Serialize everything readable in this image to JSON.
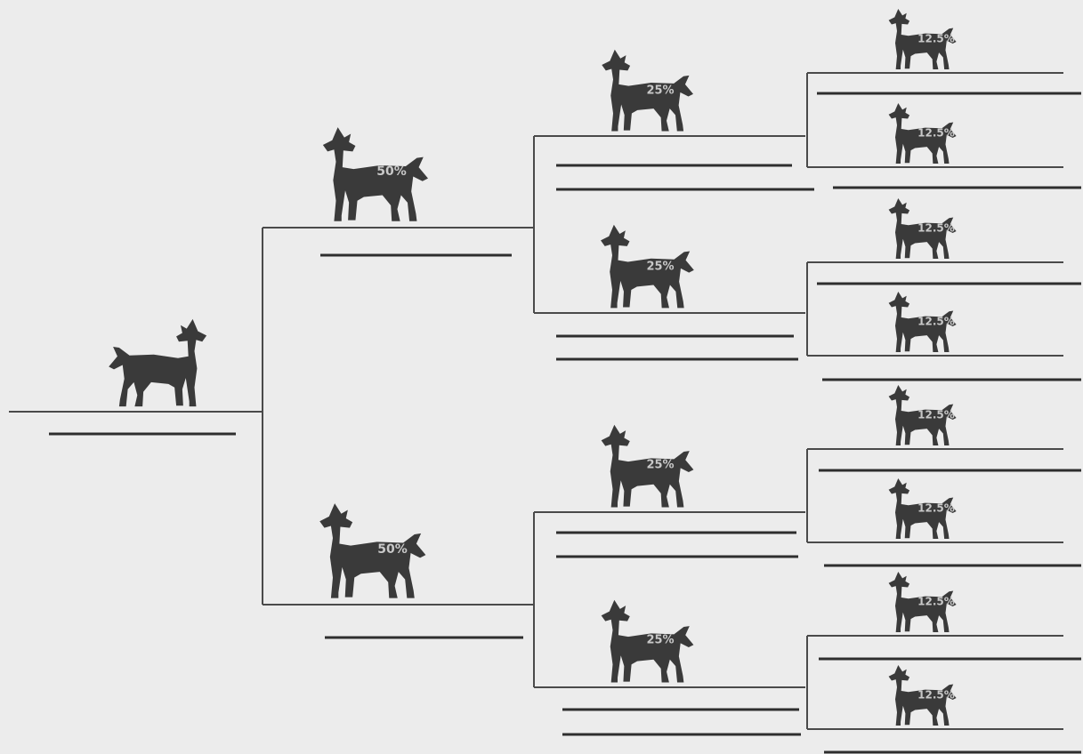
{
  "pedigree": {
    "colors": {
      "background": "#ececec",
      "silhouette": "#3a3a3a",
      "lines": "#4a4a4a",
      "percent_text": "#c8c8c8"
    },
    "icon": "goat-silhouette-icon",
    "subject": {
      "percent": ""
    },
    "parents": [
      {
        "percent": "50%"
      },
      {
        "percent": "50%"
      }
    ],
    "grandparents": [
      {
        "percent": "25%"
      },
      {
        "percent": "25%"
      },
      {
        "percent": "25%"
      },
      {
        "percent": "25%"
      }
    ],
    "great_grandparents": [
      {
        "percent": "12.5%"
      },
      {
        "percent": "12.5%"
      },
      {
        "percent": "12.5%"
      },
      {
        "percent": "12.5%"
      },
      {
        "percent": "12.5%"
      },
      {
        "percent": "12.5%"
      },
      {
        "percent": "12.5%"
      },
      {
        "percent": "12.5%"
      }
    ]
  }
}
